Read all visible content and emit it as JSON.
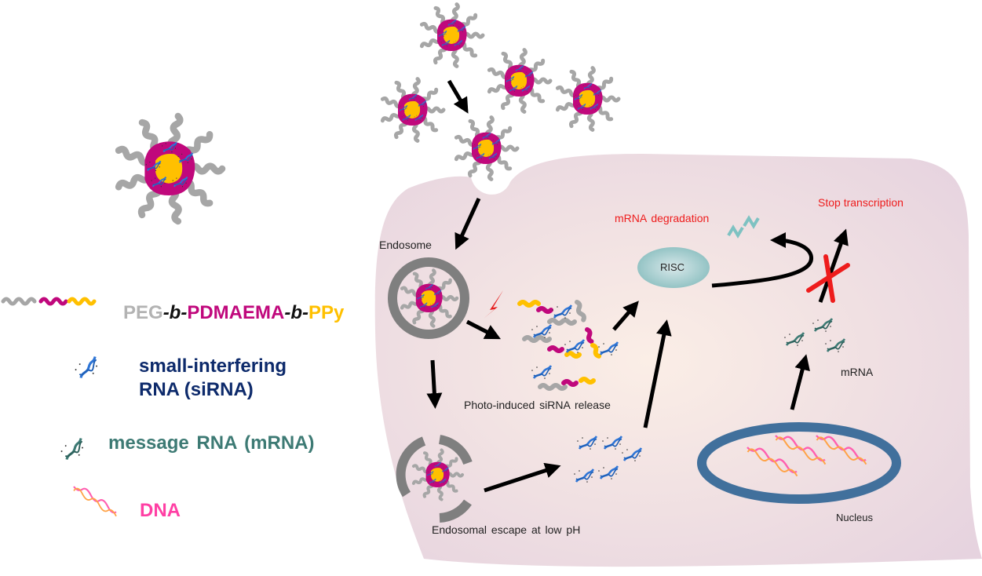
{
  "colors": {
    "peg": "#a6a6a6",
    "pdmaema": "#c0087c",
    "ppy": "#ffc000",
    "sirna": "#2e75d6",
    "mrna": "#3d7a74",
    "dna_pink": "#ff5fb0",
    "dna_orange": "#ffa347",
    "cell_fill": "#ecdce4",
    "nucleus": "#41709c",
    "risc": "#8fc4c4",
    "stop_red": "#ee1c1c",
    "arrow": "#000000",
    "endosome": "#7f7f7f"
  },
  "legend": {
    "polymer": {
      "peg": "PEG",
      "sep1": "-b-",
      "pdmaema": "PDMAEMA",
      "sep2": "-b-",
      "ppy": "PPy"
    },
    "sirna_line1": "small-interfering",
    "sirna_line2": "RNA (siRNA)",
    "mrna": "message RNA (mRNA)",
    "dna": "DNA"
  },
  "labels": {
    "endosome": "Endosome",
    "photo_release": "Photo-induced siRNA release",
    "endosomal_escape": "Endosomal escape at low pH",
    "risc": "RISC",
    "mrna_degradation": "mRNA degradation",
    "stop_transcription": "Stop transcription",
    "mrna": "mRNA",
    "nucleus": "Nucleus"
  }
}
